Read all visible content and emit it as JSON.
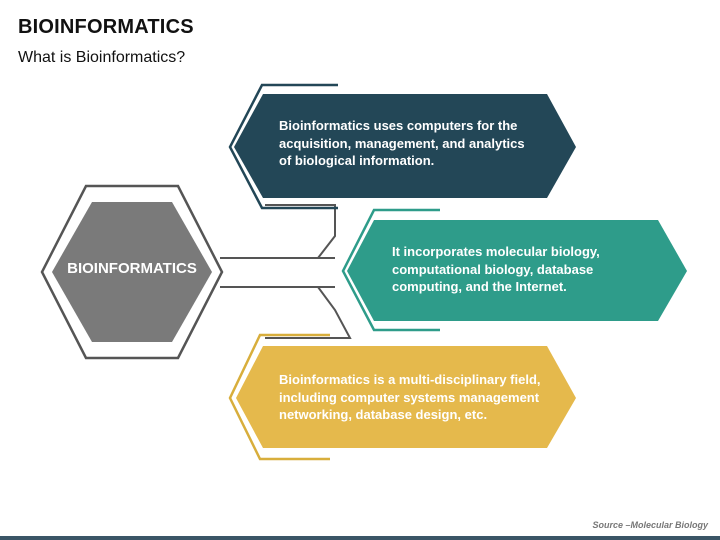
{
  "title": "BIOINFORMATICS",
  "subtitle": "What is Bioinformatics?",
  "center": {
    "label": "BIOINFORMATICS",
    "color": "#7a7a7a"
  },
  "items": [
    {
      "text": "Bioinformatics uses computers for the acquisition, management, and analytics of biological information.",
      "color": "#234757"
    },
    {
      "text": "It incorporates molecular biology, computational biology, database computing, and the Internet.",
      "color": "#2e9c8a"
    },
    {
      "text": "Bioinformatics is a multi-disciplinary field, including computer systems management networking, database design, etc.",
      "color": "#e5b94c"
    }
  ],
  "source": "Source –Molecular Biology"
}
